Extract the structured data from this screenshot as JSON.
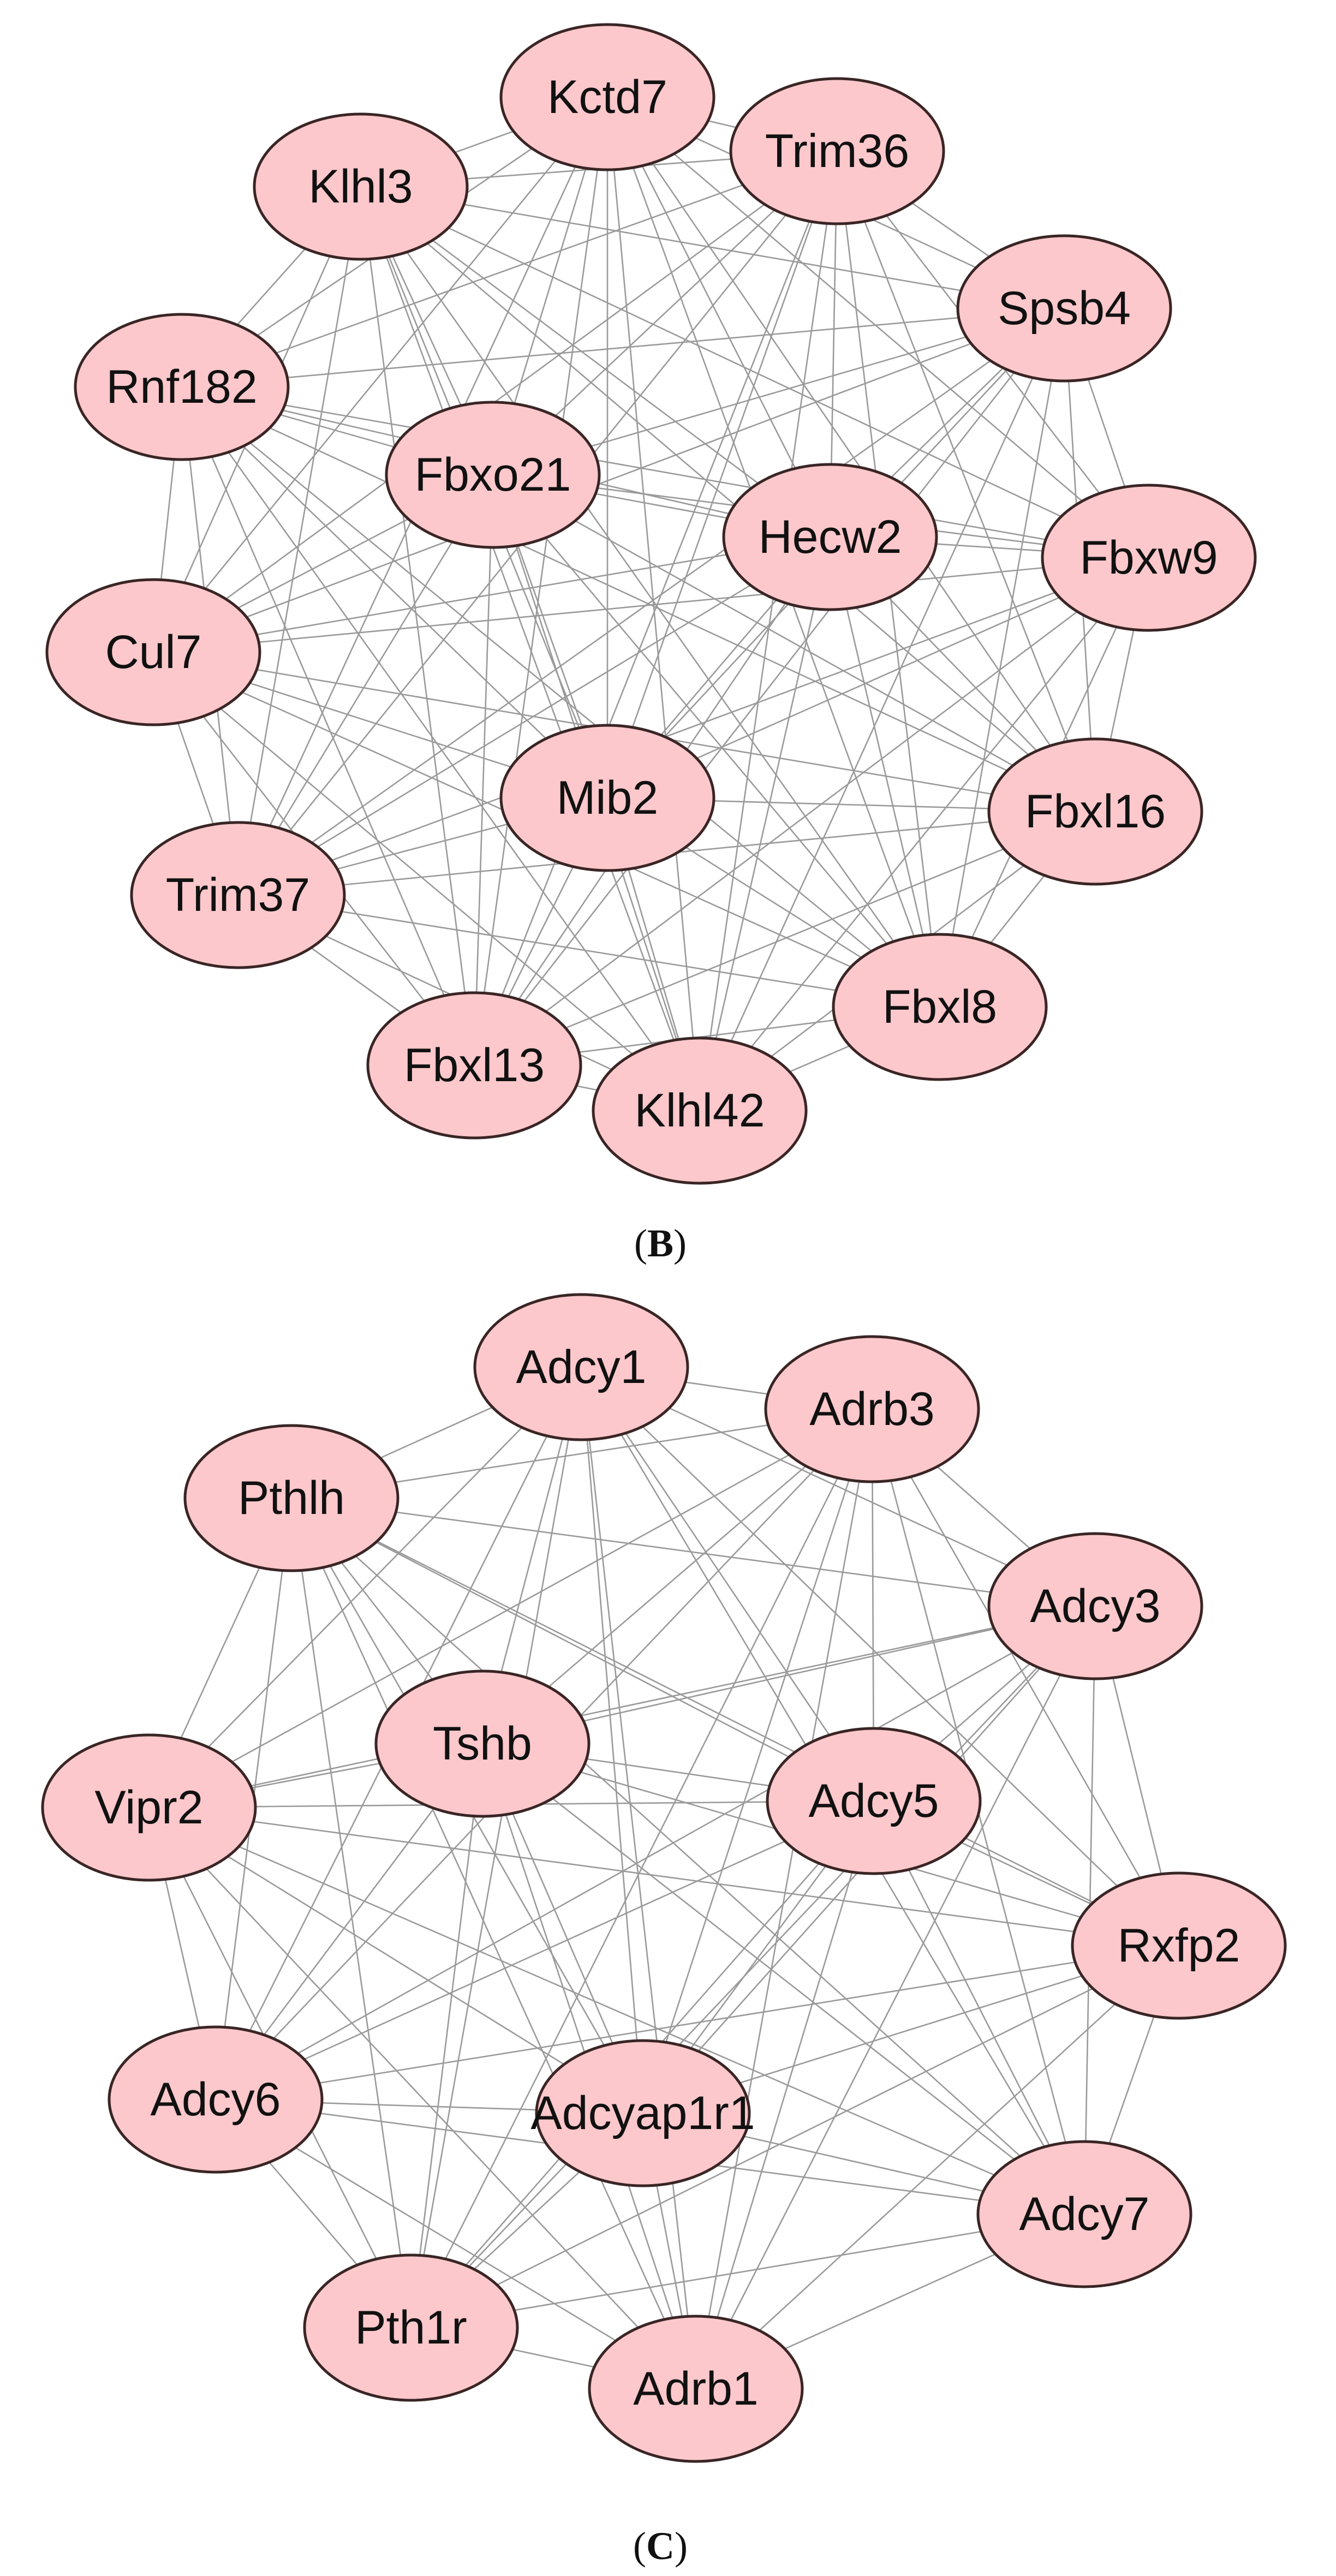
{
  "colors": {
    "node_fill": "#fcc8cb",
    "node_stroke": "#3a2525",
    "edge": "#9a9a9a"
  },
  "panels": [
    {
      "id": "B",
      "caption": "(B)",
      "caption_open": "(",
      "caption_letter": "B",
      "caption_close": ")",
      "nodes": [
        {
          "id": "kctd7",
          "label": "Kctd7"
        },
        {
          "id": "trim36",
          "label": "Trim36"
        },
        {
          "id": "spsb4",
          "label": "Spsb4"
        },
        {
          "id": "fbxw9",
          "label": "Fbxw9"
        },
        {
          "id": "fbxl16",
          "label": "Fbxl16"
        },
        {
          "id": "fbxl8",
          "label": "Fbxl8"
        },
        {
          "id": "klhl42",
          "label": "Klhl42"
        },
        {
          "id": "fbxl13",
          "label": "Fbxl13"
        },
        {
          "id": "trim37",
          "label": "Trim37"
        },
        {
          "id": "cul7",
          "label": "Cul7"
        },
        {
          "id": "rnf182",
          "label": "Rnf182"
        },
        {
          "id": "klhl3",
          "label": "Klhl3"
        },
        {
          "id": "fbxo21",
          "label": "Fbxo21"
        },
        {
          "id": "hecw2",
          "label": "Hecw2"
        },
        {
          "id": "mib2",
          "label": "Mib2"
        }
      ],
      "edges": "complete"
    },
    {
      "id": "C",
      "caption": "(C)",
      "caption_open": "(",
      "caption_letter": "C",
      "caption_close": ")",
      "nodes": [
        {
          "id": "adcy1",
          "label": "Adcy1"
        },
        {
          "id": "adrb3",
          "label": "Adrb3"
        },
        {
          "id": "adcy3",
          "label": "Adcy3"
        },
        {
          "id": "rxfp2",
          "label": "Rxfp2"
        },
        {
          "id": "adcy7",
          "label": "Adcy7"
        },
        {
          "id": "adrb1",
          "label": "Adrb1"
        },
        {
          "id": "pth1r",
          "label": "Pth1r"
        },
        {
          "id": "adcy6",
          "label": "Adcy6"
        },
        {
          "id": "vipr2",
          "label": "Vipr2"
        },
        {
          "id": "pthlh",
          "label": "Pthlh"
        },
        {
          "id": "tshb",
          "label": "Tshb"
        },
        {
          "id": "adcy5",
          "label": "Adcy5"
        },
        {
          "id": "adcyap1r1",
          "label": "Adcyap1r1"
        }
      ],
      "edges": "complete"
    }
  ]
}
